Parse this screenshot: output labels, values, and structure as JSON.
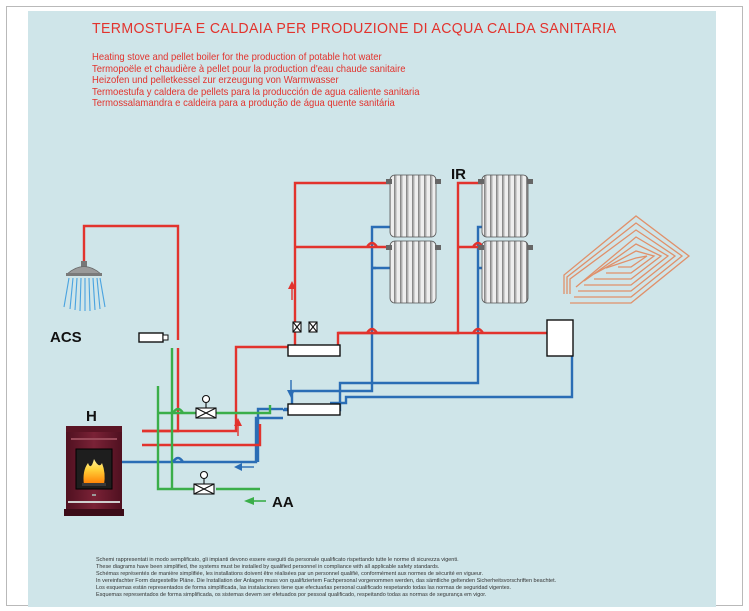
{
  "title": "TERMOSTUFA E CALDAIA PER PRODUZIONE DI ACQUA CALDA SANITARIA",
  "subtitles": [
    "Heating stove and pellet boiler for the production of potable hot water",
    "Termopoële et chaudière à pellet pour la production d'eau chaude sanitaire",
    "Heizofen und pelletkessel zur erzeugung von Warmwasser",
    "Termoestufa y caldera de pellets para la producción de agua caliente sanitaria",
    "Termossalamandra e caldeira para a produção de água quente sanitária"
  ],
  "labels": {
    "ir": "IR",
    "acs": "ACS",
    "h": "H",
    "aa": "AA"
  },
  "disclaimer": [
    "Schemi rappresentati in modo semplificato, gli impianti devono essere eseguiti da personale qualificato rispettando tutte le norme di sicurezza vigenti.",
    "These diagrams have been simplified, the systems must be installed by qualified personnel in compliance with all applicable safety standards.",
    "Schémas représentés de manière simplifiée, les installations doivent être réalisées par un personnel qualifié, conformément aux normes de sécurité en vigueur.",
    "In vereinfachter Form dargestellte Pläne. Die Installation der Anlagen muss von qualifiziertem Fachpersonal vorgenommen werden, das sämtliche geltenden Sicherheitsvorschriften beachtet.",
    "Los esquemas están representados de forma simplificada, las instalaciones tiene que efectuarlas personal cualificado respetando todas las normas de seguridad vigentes.",
    "Esquemas representados de forma simplificada, os sistemas devem ser efetuados por pessoal qualificado, respeitando todas as normas de segurança em vigor."
  ],
  "colors": {
    "background": "#cfe5e9",
    "hot_water": "#e2332d",
    "return_water": "#2a6db5",
    "cold_water": "#3aae49",
    "floor_coil": "#e0906a",
    "stove_body": "#6b1a2c",
    "title_text": "#e2332d"
  },
  "components": {
    "shower": "shower-head-icon",
    "radiators": "radiator-icon",
    "stove": "pellet-stove-icon",
    "floor_heating": "underfloor-heating-coil",
    "valves": "valve-icon",
    "manifolds": "manifold-icon",
    "arrows": "flow-arrow-icon"
  }
}
